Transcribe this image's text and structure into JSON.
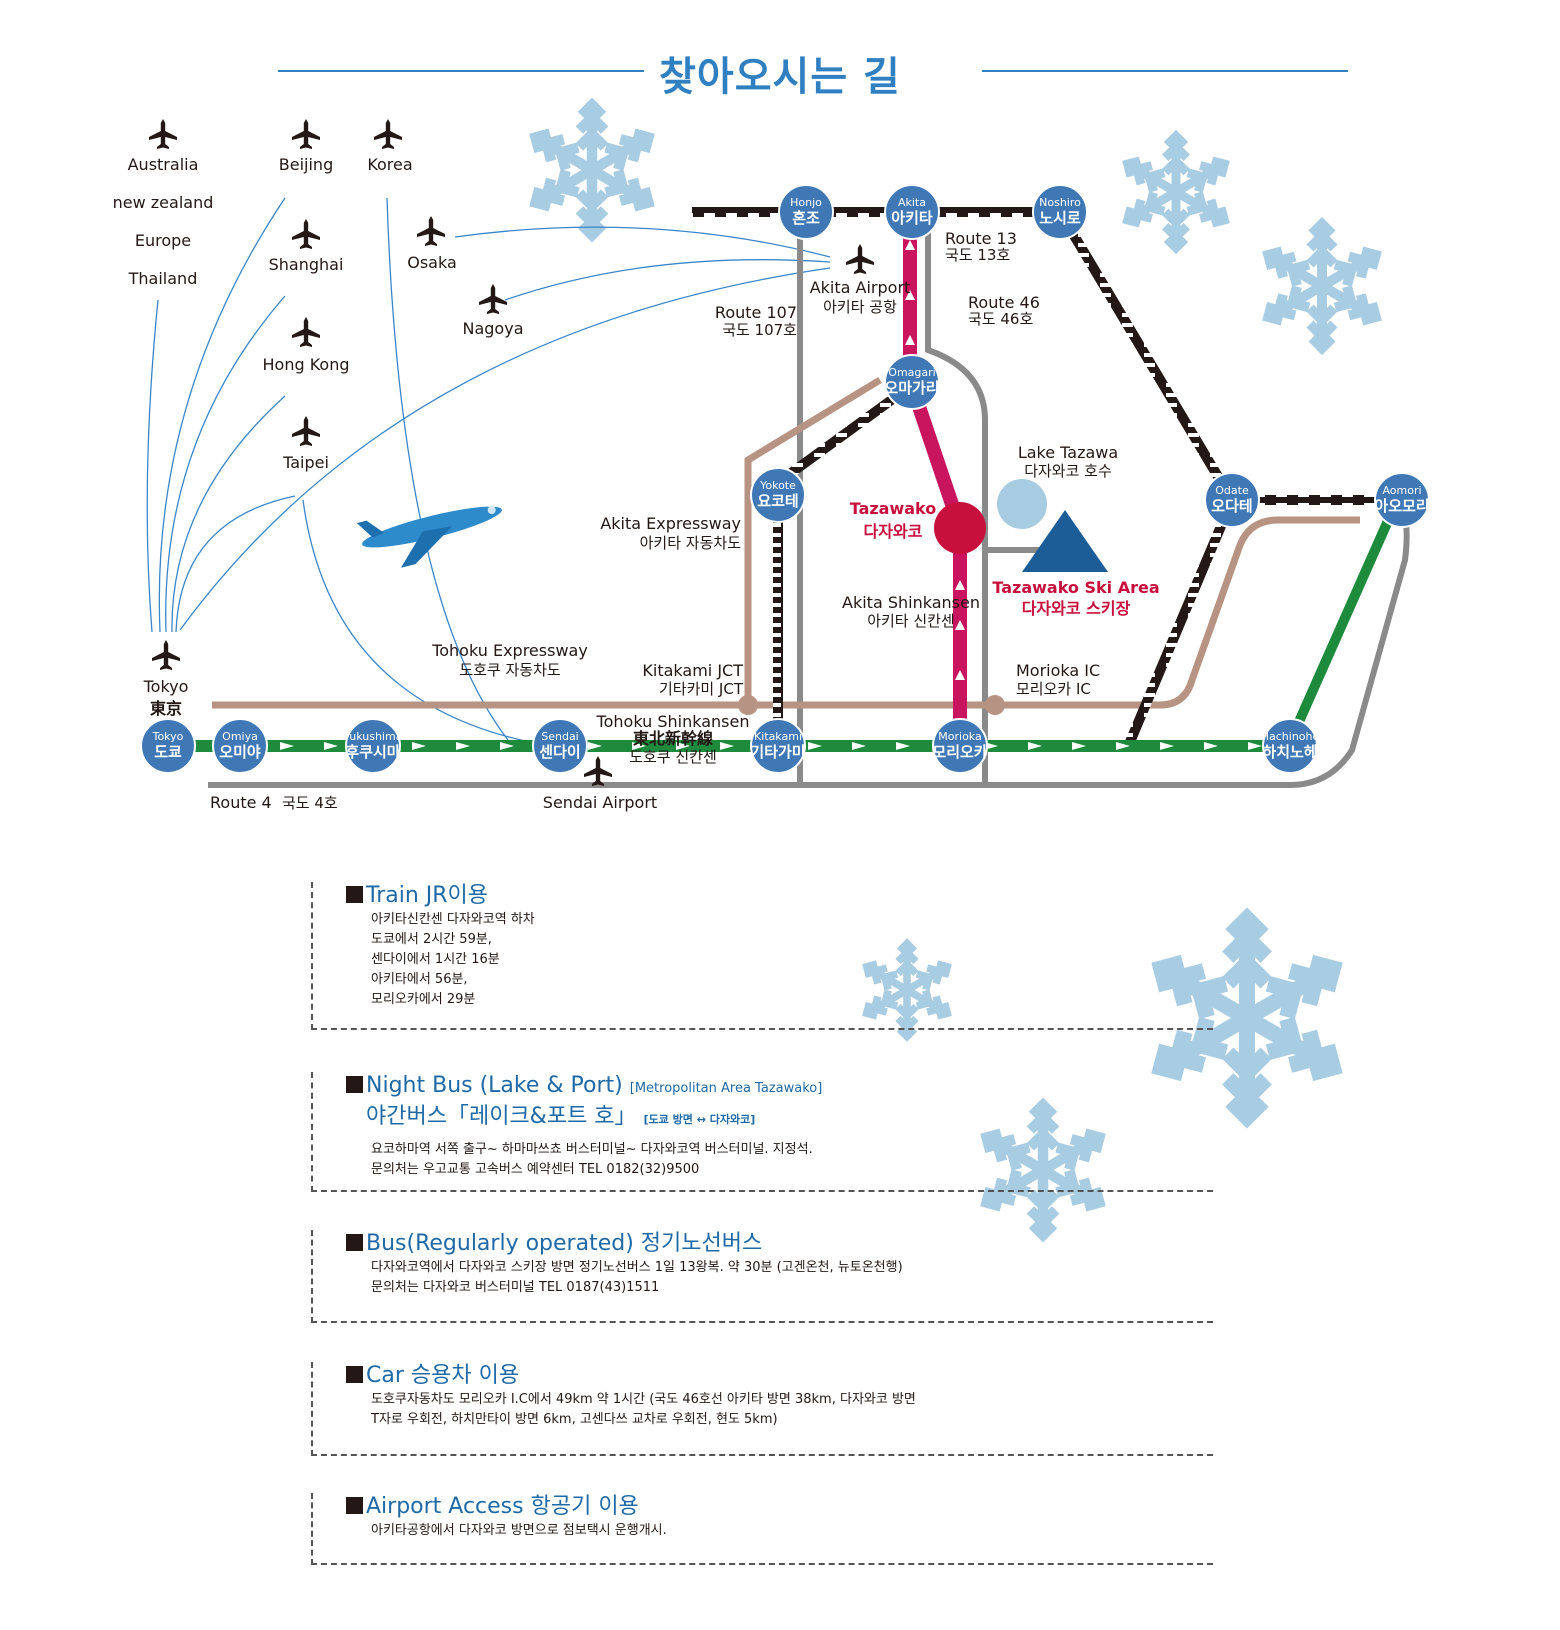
{
  "title": "찾아오시는 길",
  "colors": {
    "accent_blue": "#2f7fc1",
    "station_blue": "#3f78b5",
    "shinkansen_magenta": "#c8155e",
    "expressway_brown": "#b79383",
    "route_gray": "#8a8a8a",
    "jr_black": "#231815",
    "tohoku_green": "#1d8a3c",
    "hub_red": "#c8103c",
    "lake_blue": "#a7cbe1",
    "mountain_blue": "#1c5d98",
    "snow_blue": "#a8cce2"
  },
  "map": {
    "airports": {
      "australia": "Australia",
      "new_zealand": "new zealand",
      "europe": "Europe",
      "thailand": "Thailand",
      "beijing": "Beijing",
      "korea": "Korea",
      "shanghai": "Shanghai",
      "osaka": "Osaka",
      "nagoya": "Nagoya",
      "hong_kong": "Hong Kong",
      "taipei": "Taipei",
      "tokyo_en": "Tokyo",
      "tokyo_jp": "東京",
      "akita_airport_en": "Akita Airport",
      "akita_airport_ko": "아키타 공항",
      "sendai_airport": "Sendai Airport"
    },
    "stations": {
      "honjo": {
        "en": "Honjo",
        "ko": "혼조"
      },
      "akita": {
        "en": "Akita",
        "ko": "아키타"
      },
      "noshiro": {
        "en": "Noshiro",
        "ko": "노시로"
      },
      "omagari": {
        "en": "Omagari",
        "ko": "오마가리"
      },
      "yokote": {
        "en": "Yokote",
        "ko": "요코테"
      },
      "odate": {
        "en": "Odate",
        "ko": "오다테"
      },
      "aomori": {
        "en": "Aomori",
        "ko": "아오모리"
      },
      "tokyo": {
        "en": "Tokyo",
        "ko": "도쿄"
      },
      "omiya": {
        "en": "Omiya",
        "ko": "오미야"
      },
      "fukushima": {
        "en": "Fukushima",
        "ko": "후쿠시마"
      },
      "sendai": {
        "en": "Sendai",
        "ko": "센다이"
      },
      "kitakami": {
        "en": "Kitakami",
        "ko": "기타가미"
      },
      "morioka": {
        "en": "Morioka",
        "ko": "모리오카"
      },
      "hachinohe": {
        "en": "Hachinohe",
        "ko": "하치노헤"
      }
    },
    "labels": {
      "route13_en": "Route 13",
      "route13_ko": "국도 13호",
      "route46_en": "Route 46",
      "route46_ko": "국도 46호",
      "route107_en": "Route 107",
      "route107_ko": "국도 107호",
      "lake_en": "Lake Tazawa",
      "lake_ko": "다자와코 호수",
      "tazawako_en": "Tazawako",
      "tazawako_ko": "다자와코",
      "ski_en": "Tazawako Ski Area",
      "ski_ko": "다자와코 스키장",
      "akita_exp_en": "Akita Expressway",
      "akita_exp_ko": "아키타 자동차도",
      "akita_shin_en": "Akita Shinkansen",
      "akita_shin_ko": "아키타 신칸센",
      "tohoku_exp_en": "Tohoku Expressway",
      "tohoku_exp_ko": "도호쿠 자동차도",
      "kitakami_jct_en": "Kitakami JCT",
      "kitakami_jct_ko": "기타카미 JCT",
      "morioka_ic_en": "Morioka IC",
      "morioka_ic_ko": "모리오카 IC",
      "tohoku_shin_en": "Tohoku Shinkansen",
      "tohoku_shin_jp": "東北新幹線",
      "tohoku_shin_ko": "도호쿠 신칸센",
      "route4_en": "Route 4",
      "route4_ko": "국도 4호"
    }
  },
  "sections": [
    {
      "title": "Train JR이용",
      "lines": [
        "아키타신칸센 다자와코역 하차",
        "도쿄에서 2시간 59분,",
        "센다이에서 1시간 16분",
        "아키타에서 56분,",
        "모리오카에서 29분"
      ]
    },
    {
      "title": "Night Bus (Lake & Port)",
      "title_small": "[Metropolitan Area Tazawako]",
      "title_line2": "야간버스「레이크&포트 호」",
      "title_line2_small": "[도쿄 방면 ↔ 다자와코]",
      "lines": [
        "요코하마역 서쪽 출구~ 하마마쓰쵸 버스터미널~ 다자와코역 버스터미널. 지정석.",
        "문의처는 우고교통 고속버스 예약센터 TEL 0182(32)9500"
      ]
    },
    {
      "title": "Bus(Regularly operated) 정기노선버스",
      "lines": [
        "다자와코역에서 다자와코 스키장 방면 정기노선버스 1일 13왕복. 약 30분 (고겐온천, 뉴토온천행)",
        "문의처는 다자와코 버스터미널 TEL 0187(43)1511"
      ]
    },
    {
      "title": "Car 승용차 이용",
      "lines": [
        "도호쿠자동차도 모리오카 I.C에서 49km 약 1시간 (국도 46호선 아키타 방면 38km, 다자와코 방면",
        "T자로 우회전, 하치만타이 방면 6km, 고센다쓰 교차로 우회전, 현도 5km)"
      ]
    },
    {
      "title": "Airport Access 항공기 이용",
      "lines": [
        "아키타공항에서 다자와코 방면으로 점보택시 운행개시."
      ]
    }
  ]
}
